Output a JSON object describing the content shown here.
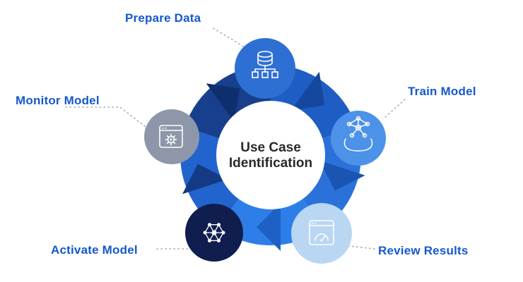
{
  "diagram": {
    "title": {
      "line1": "Use Case",
      "line2": "Identification"
    },
    "steps": [
      {
        "id": "prepare-data",
        "label": "Prepare Data",
        "icon": "database-sitemap-icon",
        "color": "#2e6fd3"
      },
      {
        "id": "train-model",
        "label": "Train Model",
        "icon": "hands-network-icon",
        "color": "#4b92e8"
      },
      {
        "id": "review-results",
        "label": "Review Results",
        "icon": "browser-gauge-icon",
        "color": "#b9d6f3"
      },
      {
        "id": "activate-model",
        "label": "Activate Model",
        "icon": "network-nodes-icon",
        "color": "#0f1e4f"
      },
      {
        "id": "monitor-model",
        "label": "Monitor Model",
        "icon": "browser-gear-icon",
        "color": "#8d97a9"
      }
    ],
    "ring": {
      "direction": "clockwise",
      "segments": [
        {
          "from": "Prepare Data",
          "to": "Train Model",
          "color": "#1d5dc4",
          "arrow_color": "#15479f"
        },
        {
          "from": "Train Model",
          "to": "Review Results",
          "color": "#2a72da",
          "arrow_color": "#1b55b4"
        },
        {
          "from": "Review Results",
          "to": "Activate Model",
          "color": "#2e7ee9",
          "arrow_color": "#1e60c6"
        },
        {
          "from": "Activate Model",
          "to": "Monitor Model",
          "color": "#2264cd",
          "arrow_color": "#143a85"
        },
        {
          "from": "Monitor Model",
          "to": "Prepare Data",
          "color": "#173f8c",
          "arrow_color": "#0e2f6e"
        }
      ]
    },
    "colors": {
      "label_text": "#1558cf",
      "title_text": "#2a2a2a",
      "background": "#ffffff",
      "leader_line": "#a9aeb8"
    }
  }
}
